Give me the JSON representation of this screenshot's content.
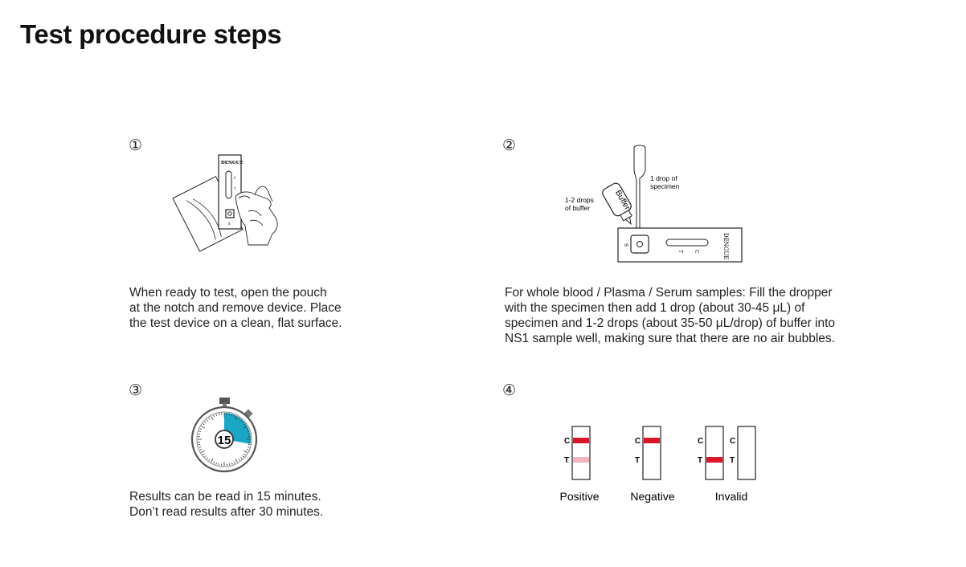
{
  "title": "Test procedure steps",
  "steps": [
    {
      "number": "①",
      "lines": [
        "When ready to test, open the pouch",
        "at the notch and remove device. Place",
        "the test device on a clean, flat surface."
      ],
      "device_brand": "DENGUE",
      "device_marks": {
        "c": "C",
        "t": "T",
        "s": "S"
      }
    },
    {
      "number": "②",
      "lines": [
        "For whole blood / Plasma / Serum samples: Fill the dropper",
        "with the specimen then add 1 drop (about 30-45 μL) of",
        "specimen and 1-2 drops (about 35-50 μL/drop) of buffer into",
        "NS1 sample well, making sure that there are no air bubbles."
      ],
      "label_specimen": [
        "1 drop of",
        "specimen"
      ],
      "label_buffer": [
        "1-2 drops",
        "of buffer"
      ],
      "bottle_text": "Buffer",
      "device_brand": "DENGUE",
      "device_marks": {
        "c": "C",
        "t": "T",
        "s": "S"
      }
    },
    {
      "number": "③",
      "lines": [
        "Results can be read in 15 minutes.",
        "Don’t read results after 30 minutes."
      ],
      "timer_value": "15"
    },
    {
      "number": "④",
      "strip_marks": {
        "c": "C",
        "t": "T"
      },
      "results": [
        "Positive",
        "Negative",
        "Invalid"
      ]
    }
  ],
  "colors": {
    "control_line": "#d9162a",
    "faint_line": "#f2b5bb",
    "timer_accent": "#1aa6c4"
  }
}
